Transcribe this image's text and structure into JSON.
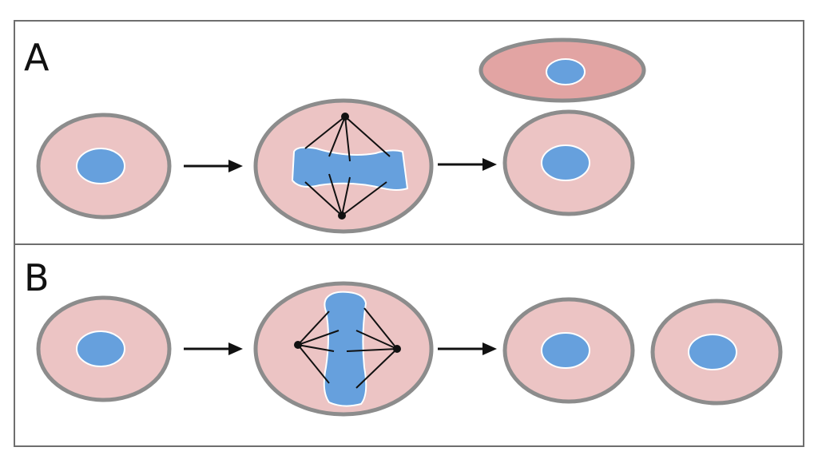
{
  "panels": [
    {
      "label": "A",
      "division": "asymmetric",
      "daughter_shapes": [
        "flattened-ellipse",
        "round"
      ]
    },
    {
      "label": "B",
      "division": "symmetric",
      "daughter_shapes": [
        "round",
        "round"
      ]
    }
  ],
  "colors": {
    "cytoplasm": "#ecc4c4",
    "cytoplasm_flattened": "#e2a4a3",
    "nucleus": "#66a0dd",
    "membrane": "#8c8c8c",
    "spindle": "#111111",
    "frame": "#6e6e6e"
  },
  "icons": {
    "arrow": "right-arrow",
    "spindle_pole": "centrosome-dot"
  }
}
